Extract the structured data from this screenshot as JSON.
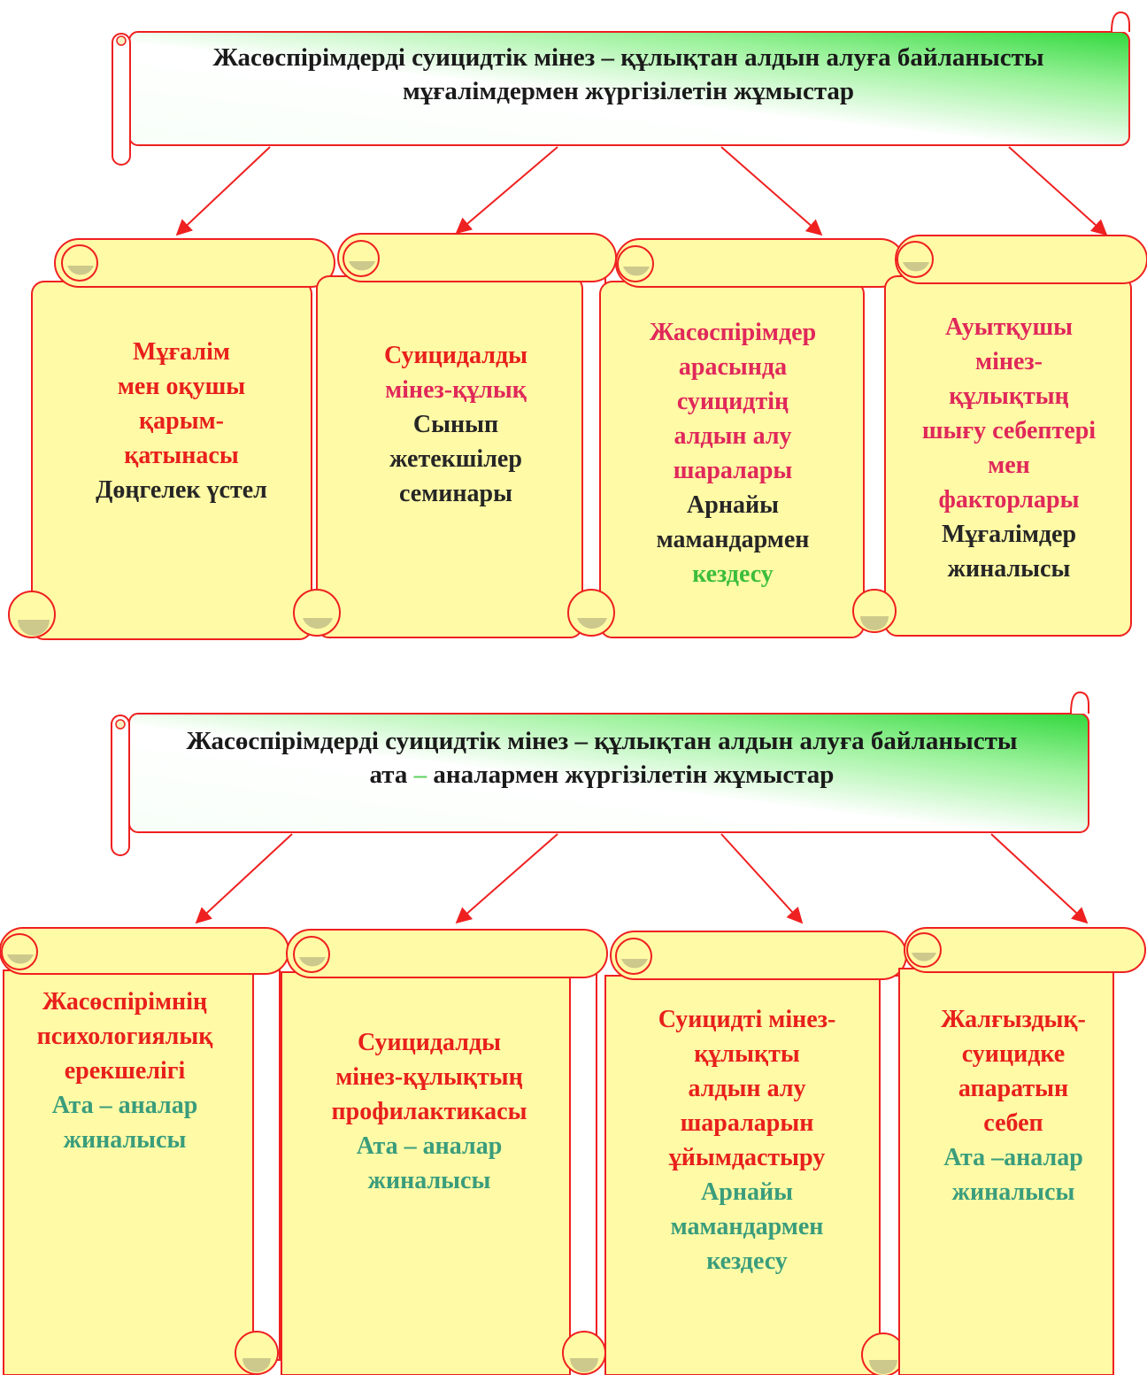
{
  "colors": {
    "outline": "#ef2020",
    "parchment": "#fffaa6",
    "curl": "#cdc98c",
    "header_green": "#3fe04a",
    "header_white": "#f7fff8",
    "arrow": "#ef2020"
  },
  "section_teachers": {
    "title_line1": "Жасөспірімдерді суицидтік мінез – құлықтан алдын алуға байланысты",
    "title_line2": "мұғалімдермен жүргізілетін жұмыстар",
    "cards": [
      {
        "topic": [
          "Мұғалім",
          "мен оқушы",
          "қарым-",
          "қатынасы"
        ],
        "form": [
          "Дөңгелек үстел"
        ]
      },
      {
        "topic": [
          "Суицидалды",
          "мінез-құлық"
        ],
        "form": [
          "Сынып",
          "жетекшілер",
          "семинары"
        ]
      },
      {
        "topic": [
          "Жасөспірімдер",
          "арасында",
          "суицидтің",
          "алдын алу",
          "шаралары"
        ],
        "form": [
          "Арнайы",
          "мамандармен"
        ],
        "extra": [
          "кездесу"
        ]
      },
      {
        "topic": [
          "Ауытқушы",
          "мінез-",
          "құлықтың",
          "шығу себептері",
          "мен",
          "факторлары"
        ],
        "form": [
          "Мұғалімдер",
          "жиналысы"
        ]
      }
    ]
  },
  "section_parents": {
    "title_line1": "Жасөспірімдерді суицидтік мінез – құлықтан алдын алуға байланысты",
    "title_line2_pre": "ата",
    "title_line2_dash": " – ",
    "title_line2_post": "аналармен жүргізілетін жұмыстар",
    "cards": [
      {
        "topic": [
          "Жасөспірімнің",
          "психологиялық",
          "ерекшелігі"
        ],
        "form": [
          "Ата – аналар",
          "жиналысы"
        ]
      },
      {
        "topic": [
          "Суицидалды",
          "мінез-құлықтың",
          "профилактикасы"
        ],
        "form": [
          "Ата – аналар",
          "жиналысы"
        ]
      },
      {
        "topic": [
          "Суицидті мінез-",
          "құлықты",
          "алдын алу",
          "шараларын",
          "ұйымдастыру"
        ],
        "form": [
          "Арнайы",
          "мамандармен",
          "кездесу"
        ]
      },
      {
        "topic": [
          "Жалғыздық-",
          "суицидке",
          "апаратын",
          "себеп"
        ],
        "form": [
          "Ата –аналар",
          "жиналысы"
        ]
      }
    ]
  }
}
